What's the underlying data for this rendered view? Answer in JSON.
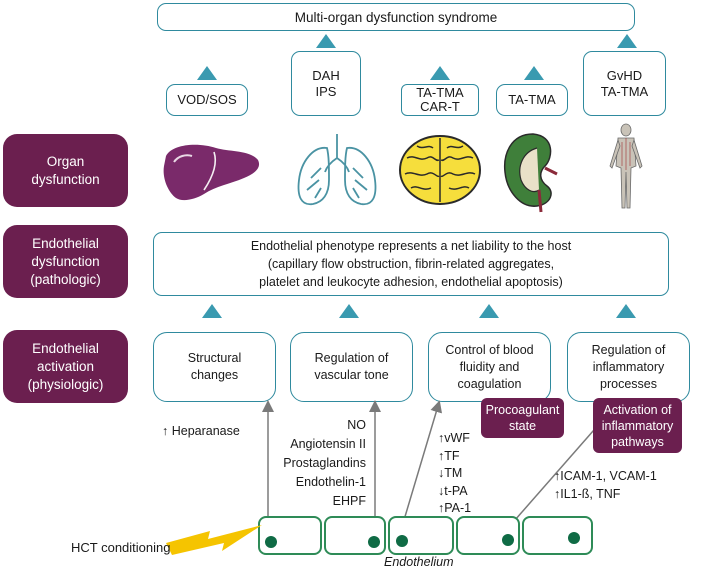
{
  "top_box": "Multi-organ dysfunction syndrome",
  "organ_labels": [
    "VOD/SOS",
    "DAH\nIPS",
    "TA-TMA\nCAR-T",
    "TA-TMA",
    "GvHD\nTA-TMA"
  ],
  "row_labels": {
    "organ": "Organ\ndysfunction",
    "dysfunction": "Endothelial\ndysfunction\n(pathologic)",
    "activation": "Endothelial\nactivation\n(physiologic)"
  },
  "phenotype_text": "Endothelial phenotype represents a net liability to the host\n(capillary flow obstruction, fibrin-related aggregates,\nplatelet and leukocyte adhesion, endothelial apoptosis)",
  "activation_boxes": [
    "Structural\nchanges",
    "Regulation of\nvascular tone",
    "Control of blood\nfluidity and\ncoagulation",
    "Regulation of\ninflammatory\nprocesses"
  ],
  "state_labels": [
    "Procoagulant\nstate",
    "Activation of\ninflammatory\npathways"
  ],
  "mediators": {
    "structural": "↑ Heparanase",
    "vascular": "NO\nAngiotensin II\nProstaglandins\nEndothelin-1\nEHPF",
    "coagulation": "↑vWF\n↑TF\n↓TM\n↓t-PA\n↑PA-1",
    "inflammatory": "↑ICAM-1, VCAM-1\n↑IL1-ß, TNF"
  },
  "hct_label": "HCT conditioning",
  "endothelium_label": "Endothelium",
  "icons": [
    "liver-icon",
    "lungs-icon",
    "brain-icon",
    "kidney-icon",
    "body-icon",
    "lightning-icon"
  ],
  "colors": {
    "accent": "#2f8a9e",
    "triangle": "#3a9ab0",
    "purple": "#6b1f4f",
    "cell_border": "#2e8b57",
    "nucleus": "#0f6b45",
    "bolt": "#f5c400"
  }
}
